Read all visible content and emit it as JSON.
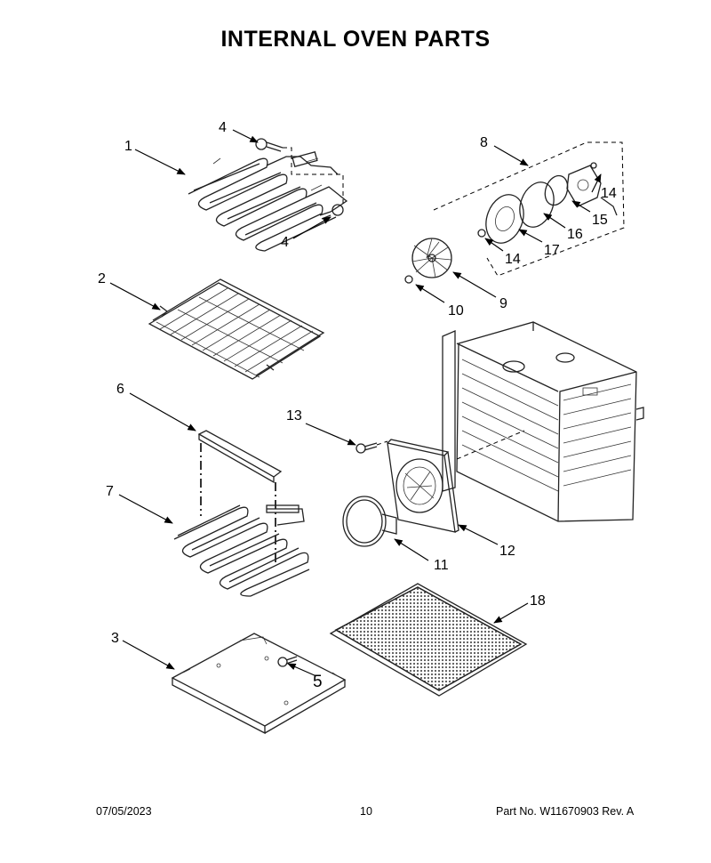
{
  "title": "INTERNAL OVEN PARTS",
  "callouts": {
    "c1": "1",
    "c2": "2",
    "c3": "3",
    "c4a": "4",
    "c4b": "4",
    "c5": "5",
    "c6": "6",
    "c7": "7",
    "c8": "8",
    "c9": "9",
    "c10": "10",
    "c11": "11",
    "c12": "12",
    "c13": "13",
    "c14a": "14",
    "c14b": "14",
    "c15": "15",
    "c16": "16",
    "c17": "17",
    "c18": "18"
  },
  "footer": {
    "date": "07/05/2023",
    "page": "10",
    "part": "Part No.  W11670903  Rev.  A"
  }
}
